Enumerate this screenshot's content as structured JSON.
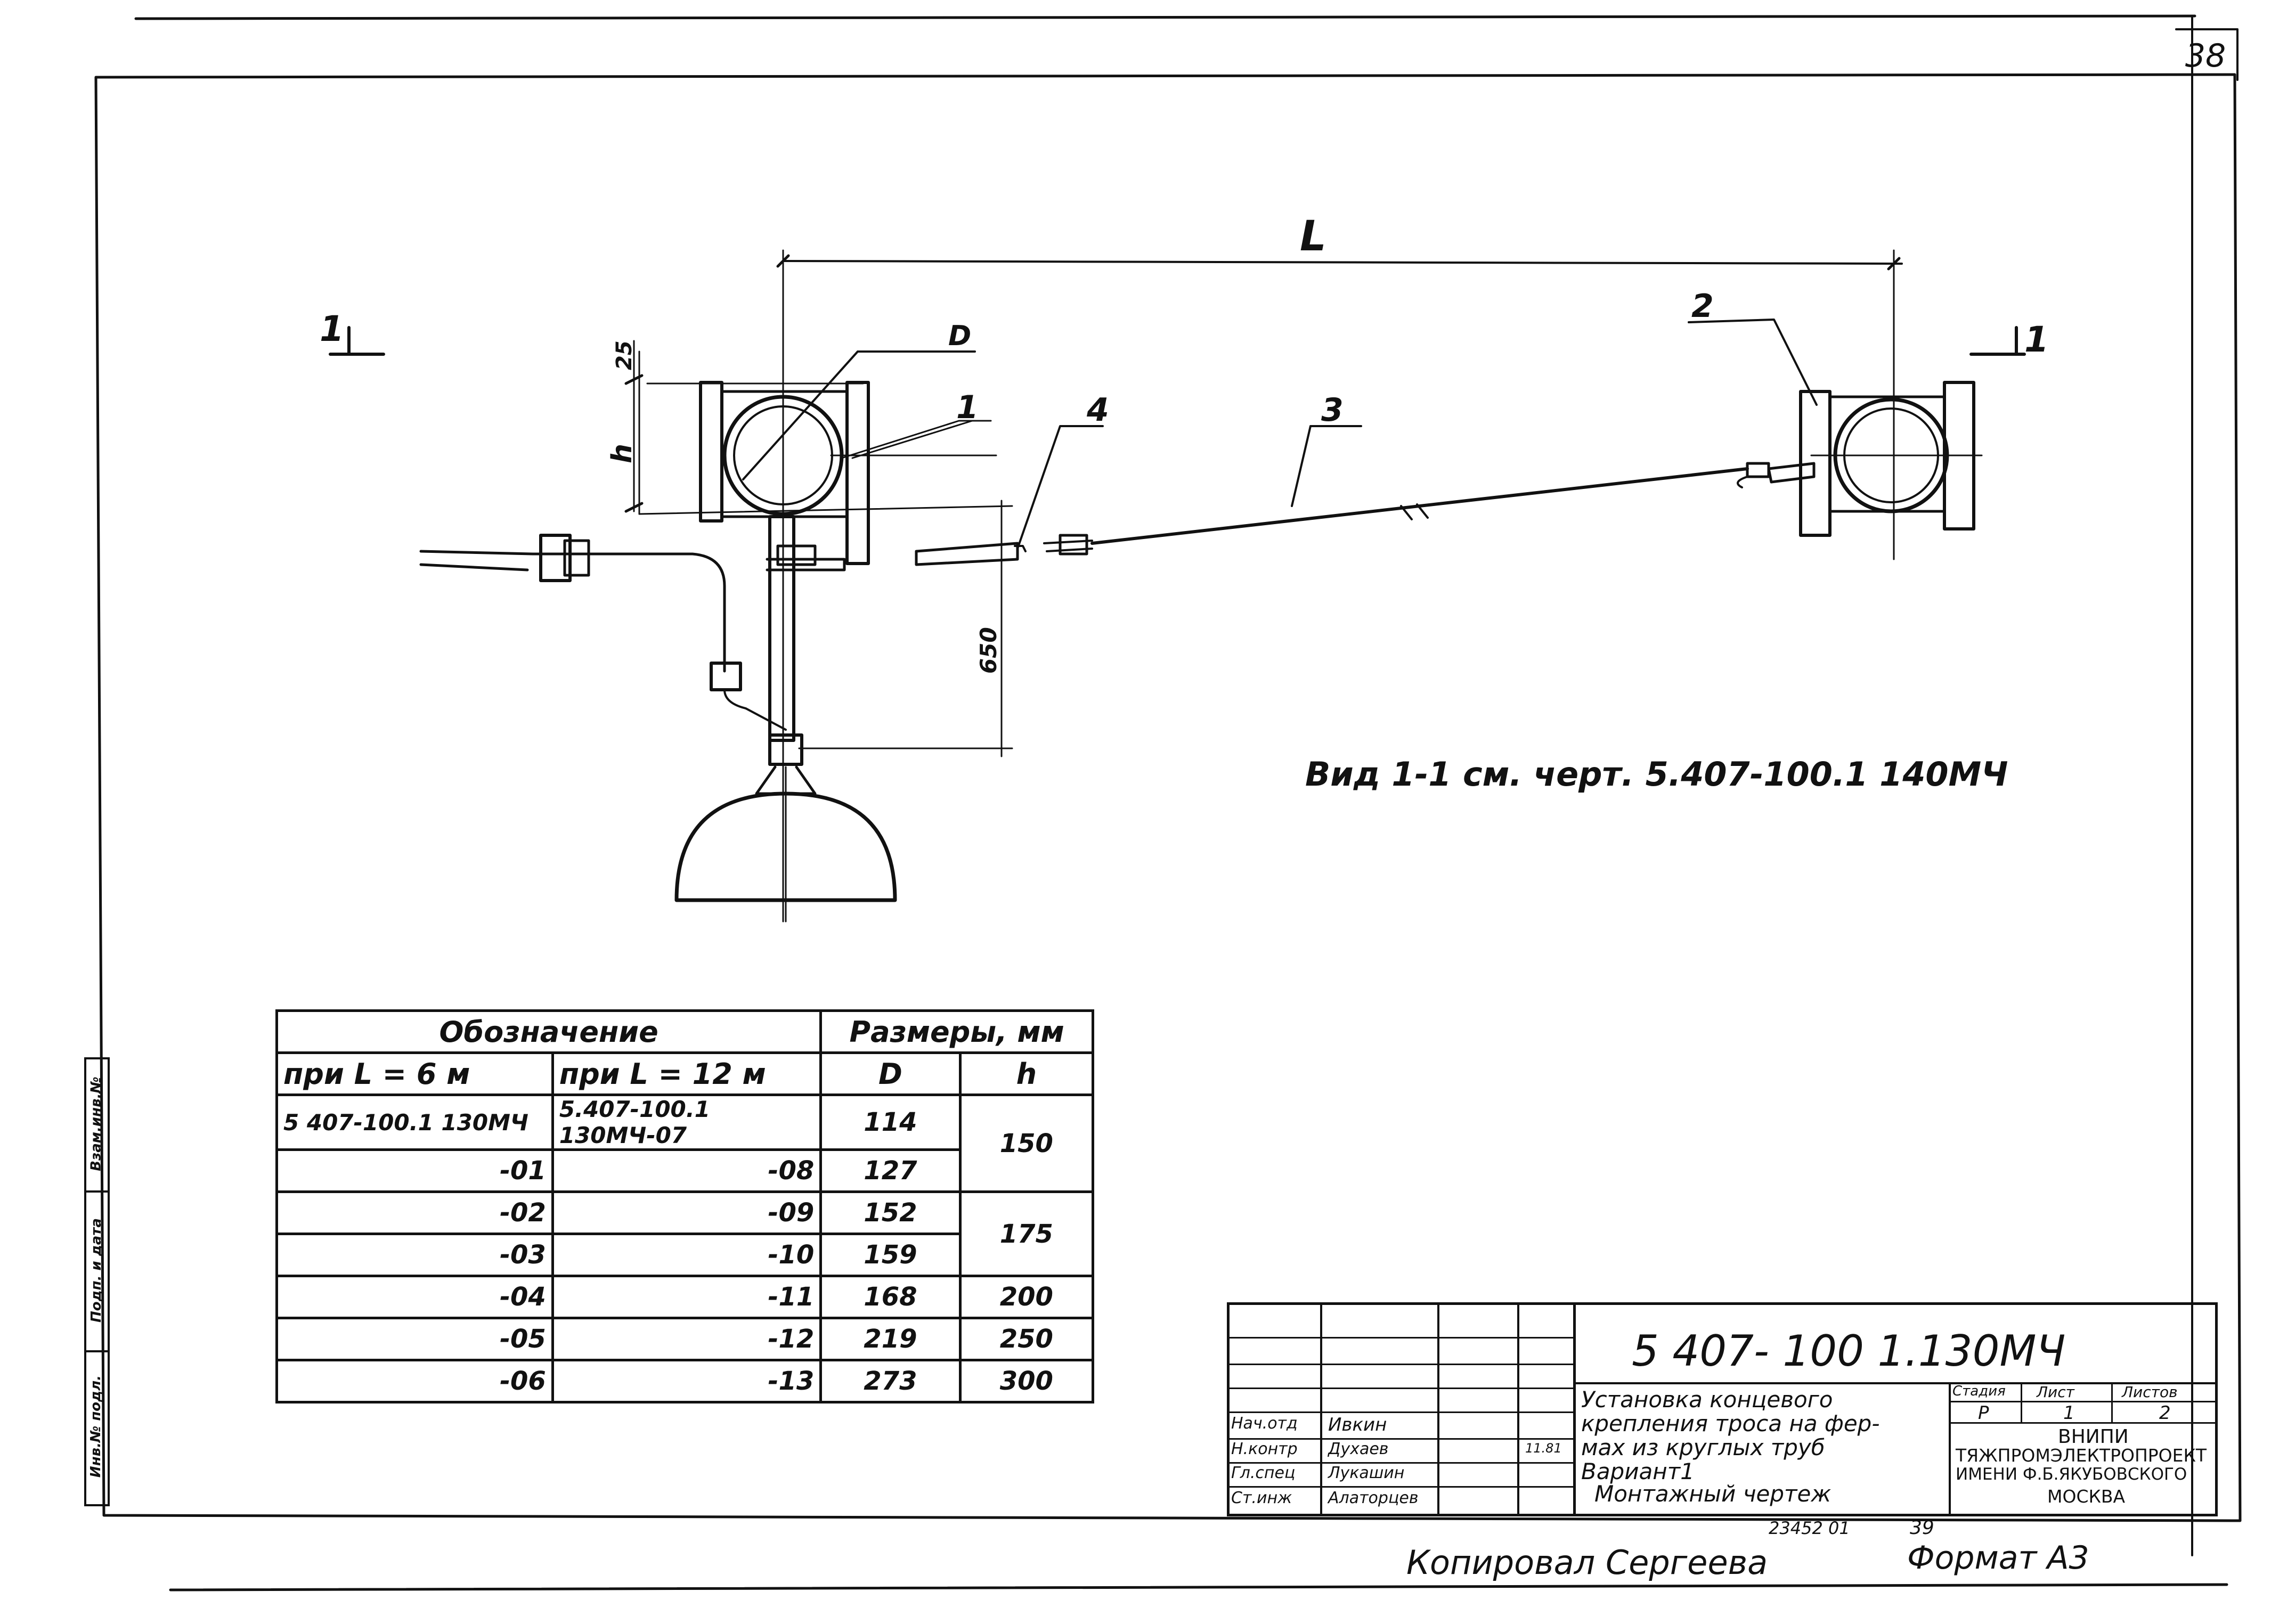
{
  "sheet_number": "38",
  "drawing": {
    "dim_L": "L",
    "dim_D": "D",
    "dim_h": "h",
    "dim_25": "25",
    "dim_650": "650",
    "callout_1": "1",
    "callout_2": "2",
    "callout_3": "3",
    "callout_4": "4",
    "section_left": "1",
    "section_right": "1",
    "view_note": "Вид 1-1  см. черт. 5.407-100.1 140МЧ"
  },
  "table": {
    "header_designation": "Обозначение",
    "header_sizes": "Размеры, мм",
    "col_L6": "при L = 6 м",
    "col_L12": "при L = 12 м",
    "col_D": "D",
    "col_h": "h",
    "rows": [
      {
        "l6": "5 407-100.1 130МЧ",
        "l12": "5.407-100.1 130МЧ-07",
        "d": "114",
        "h": "150"
      },
      {
        "l6": "-01",
        "l12": "-08",
        "d": "127",
        "h": ""
      },
      {
        "l6": "-02",
        "l12": "-09",
        "d": "152",
        "h": "175"
      },
      {
        "l6": "-03",
        "l12": "-10",
        "d": "159",
        "h": ""
      },
      {
        "l6": "-04",
        "l12": "-11",
        "d": "168",
        "h": "200"
      },
      {
        "l6": "-05",
        "l12": "-12",
        "d": "219",
        "h": "250"
      },
      {
        "l6": "-06",
        "l12": "-13",
        "d": "273",
        "h": "300"
      }
    ]
  },
  "title_block": {
    "code": "5 407- 100 1.130МЧ",
    "title_line1": "Установка концевого",
    "title_line2": "крепления троса на фер-",
    "title_line3": "мах из круглых труб",
    "title_line4": "Вариант1",
    "title_line5": "Монтажный чертеж",
    "stage_label": "Стадия",
    "sheet_label": "Лист",
    "sheets_label": "Листов",
    "stage_value": "Р",
    "sheet_value": "1",
    "sheets_value": "2",
    "org_line1": "ВНИПИ",
    "org_line2": "ТЯЖПРОМЭЛЕКТРОПРОЕКТ",
    "org_line3": "ИМЕНИ Ф.Б.ЯКУБОВСКОГО",
    "org_line4": "МОСКВА",
    "roles": [
      "Нач.отд",
      "Н.контр",
      "Гл.спец",
      "Ст.инж"
    ],
    "names": [
      "Ивкин",
      "Духаев",
      "Лукашин",
      "Алаторцев"
    ],
    "date_mark": "11.81"
  },
  "footer": {
    "copied_by": "Копировал Сергеева",
    "format": "Формат А3",
    "inv_number": "23452 01",
    "page": "39"
  },
  "side_stamp": {
    "labels": [
      "Инв.№ подл.",
      "Подп. и дата",
      "Взам.инв.№"
    ]
  }
}
